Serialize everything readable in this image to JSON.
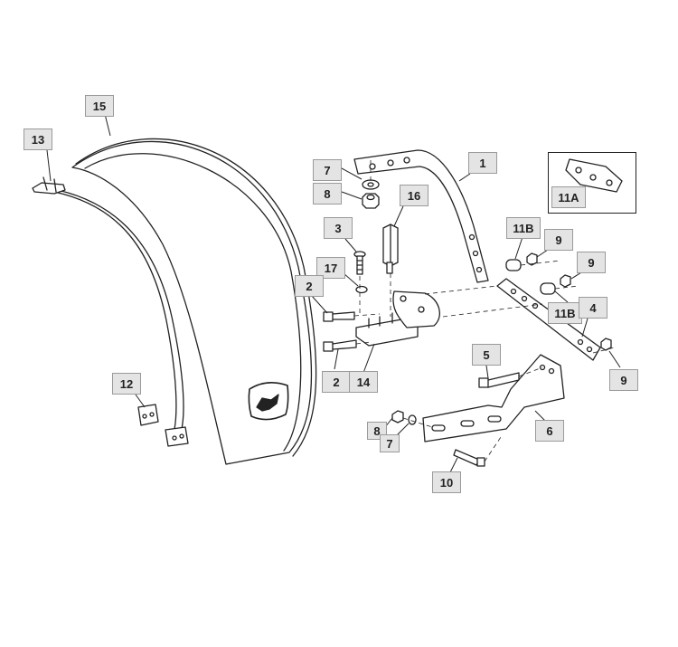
{
  "callouts": {
    "c1": "1",
    "c2a": "2",
    "c2b": "2",
    "c3": "3",
    "c4": "4",
    "c5": "5",
    "c6": "6",
    "c7a": "7",
    "c7b": "7",
    "c8a": "8",
    "c8b": "8",
    "c9a": "9",
    "c9b": "9",
    "c9c": "9",
    "c10": "10",
    "c11a": "11A",
    "c11b_1": "11B",
    "c11b_2": "11B",
    "c12": "12",
    "c13": "13",
    "c14": "14",
    "c15": "15",
    "c16": "16",
    "c17": "17"
  },
  "colors": {
    "line": "#222222",
    "callout_fill": "#e4e4e4",
    "callout_border": "#9a9a9a"
  },
  "icons": {
    "fender_logo": "deer-logo-icon"
  }
}
